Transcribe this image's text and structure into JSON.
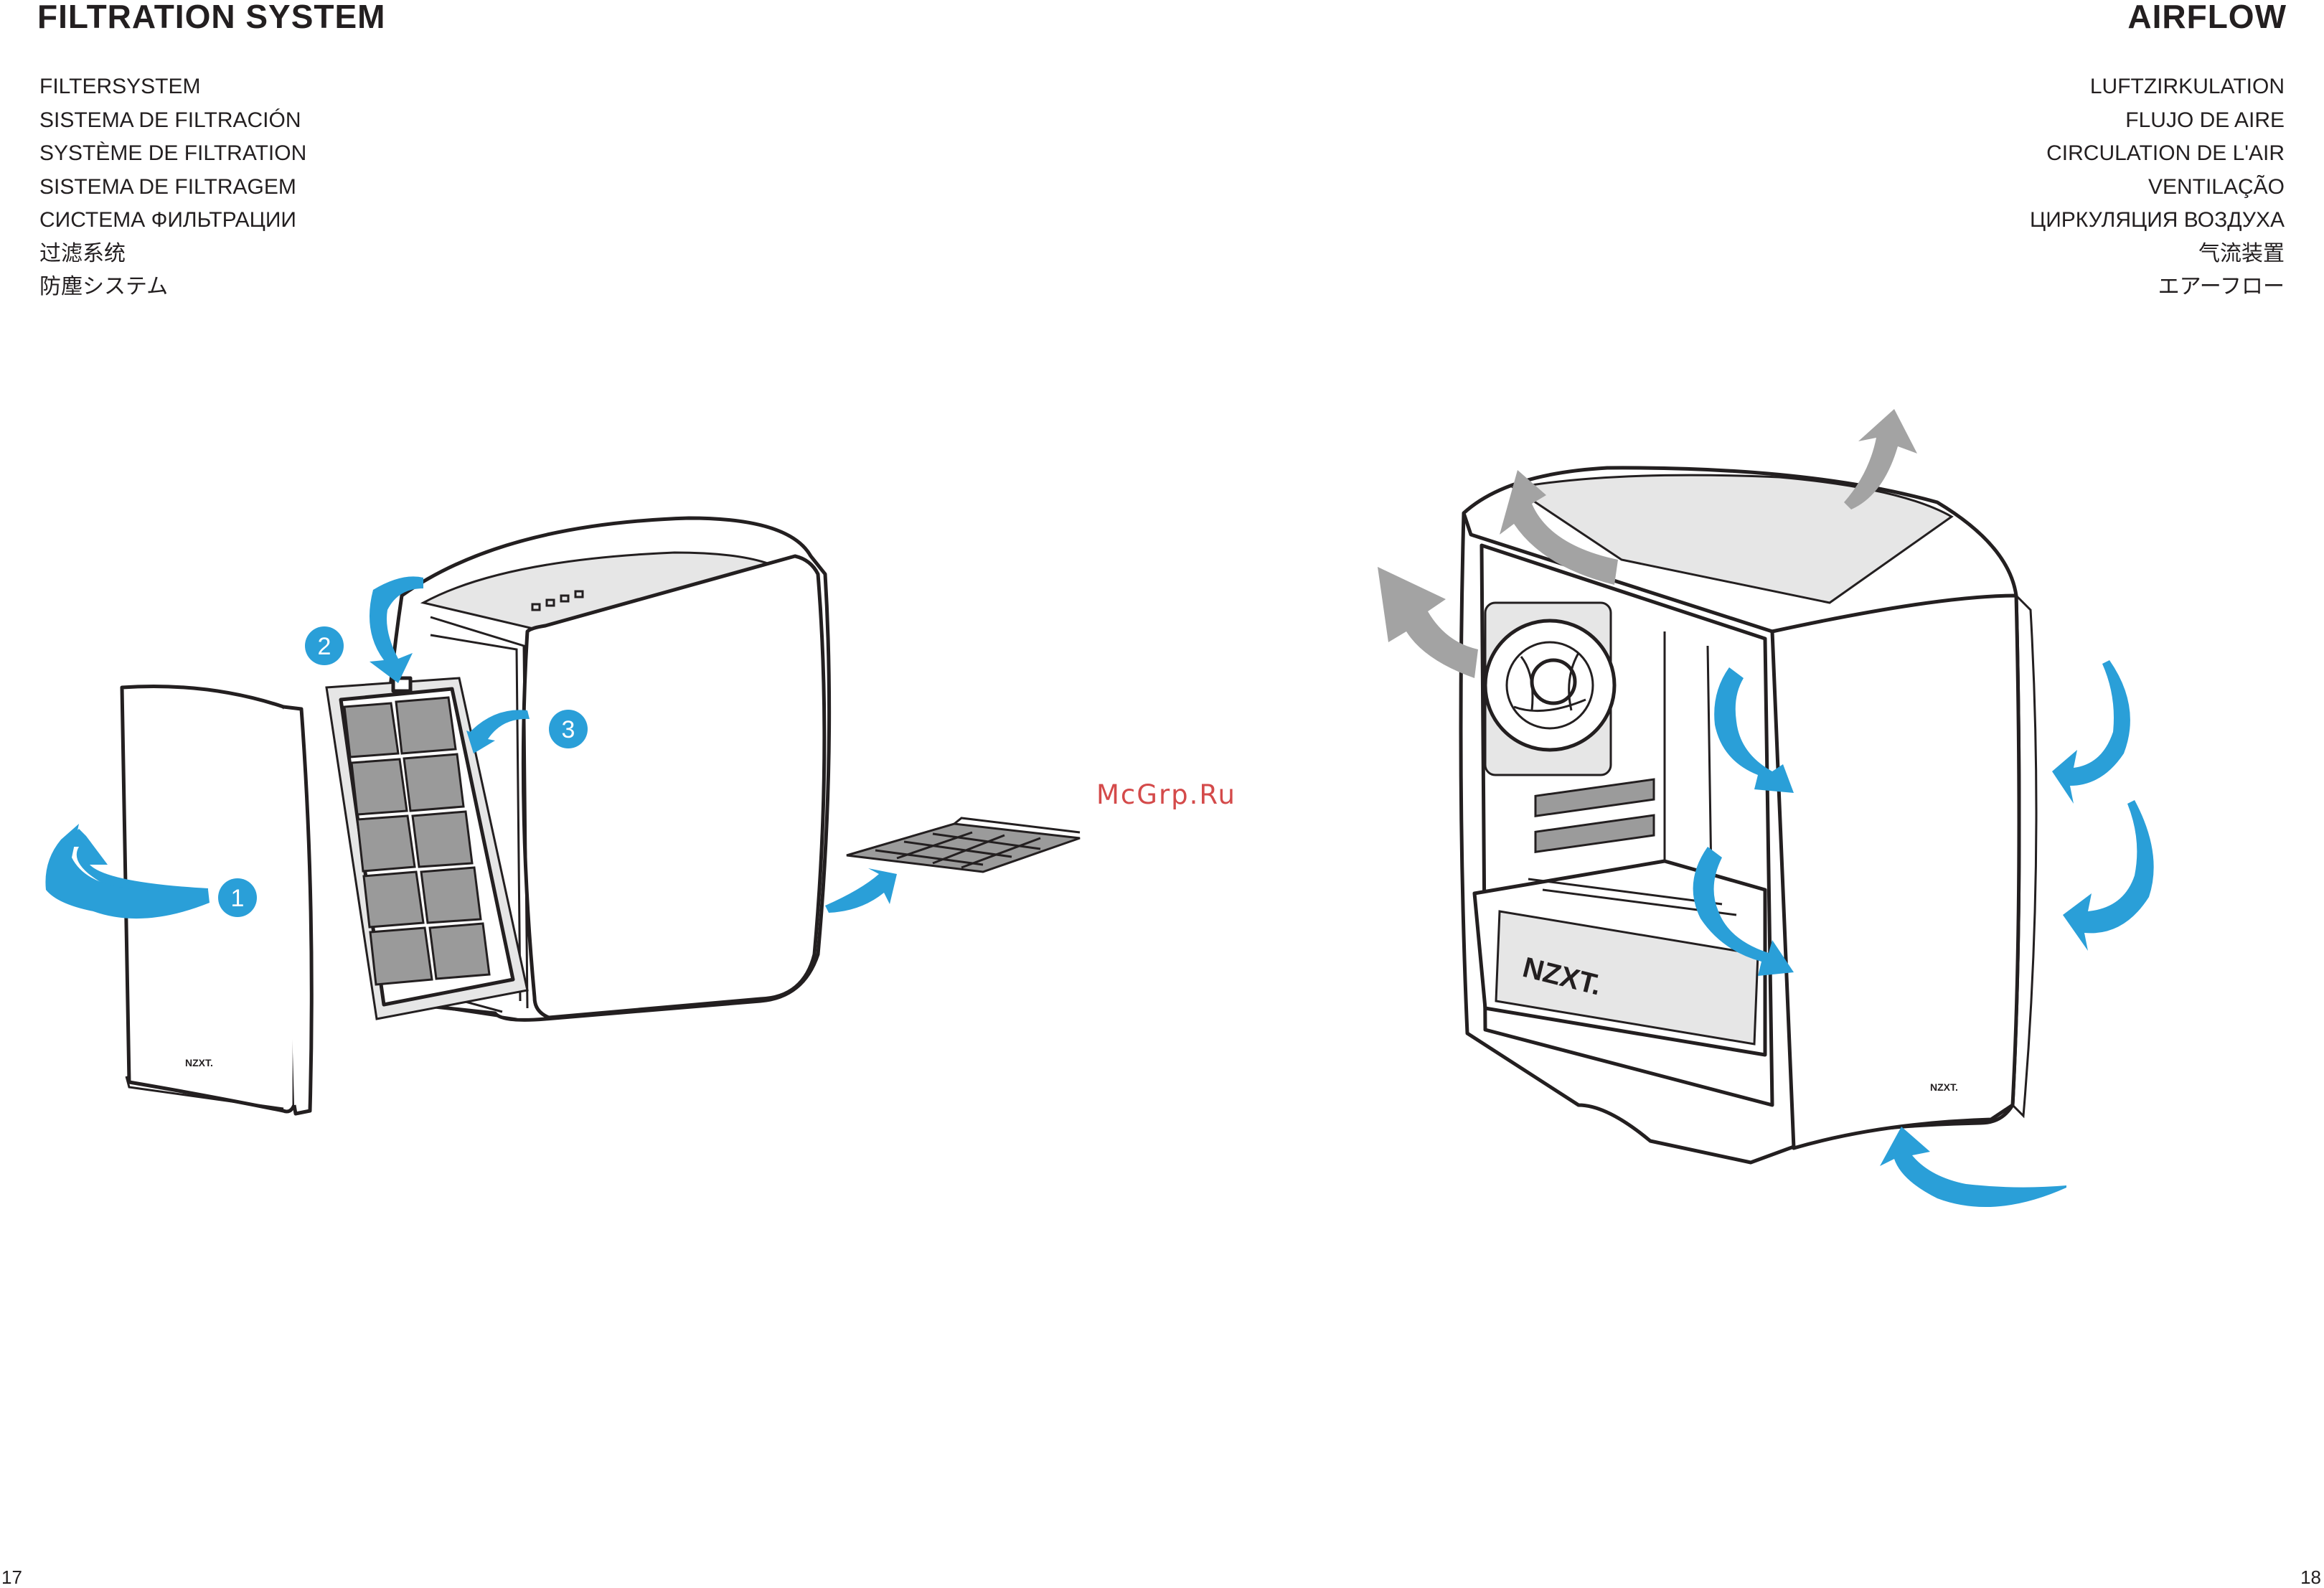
{
  "left_page": {
    "title": "FILTRATION SYSTEM",
    "translations": [
      "FILTERSYSTEM",
      "SISTEMA DE FILTRACIÓN",
      "SYSTÈME DE FILTRATION",
      "SISTEMA DE FILTRAGEM",
      "СИСТЕМА ФИЛЬТРАЦИИ",
      "过滤系统",
      "防塵システム"
    ],
    "page_number": "17",
    "steps": [
      "1",
      "2",
      "3"
    ]
  },
  "right_page": {
    "title": "AIRFLOW",
    "translations": [
      "LUFTZIRKULATION",
      "FLUJO DE AIRE",
      "CIRCULATION DE L'AIR",
      "VENTILAÇÃO",
      "ЦИРКУЛЯЦИЯ ВОЗДУХА",
      "气流装置",
      "エアーフロー"
    ],
    "page_number": "18"
  },
  "watermark": "McGrp.Ru",
  "brand_logo": "NZXT.",
  "colors": {
    "intake_arrow": "#2a9fd8",
    "exhaust_arrow": "#a3a3a3",
    "text": "#231f20"
  }
}
